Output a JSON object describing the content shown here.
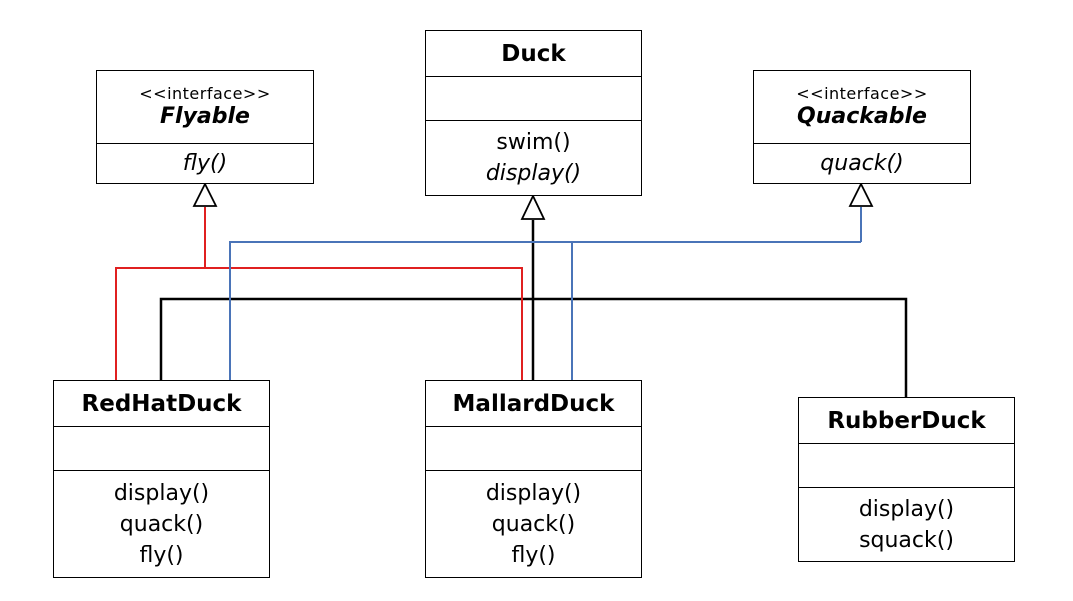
{
  "classes": {
    "duck": {
      "name": "Duck",
      "operations": [
        {
          "text": "swim()",
          "abstract": false
        },
        {
          "text": "display()",
          "abstract": true
        }
      ]
    },
    "flyable": {
      "stereotype": "<<interface>>",
      "name": "Flyable",
      "operations": [
        {
          "text": "fly()",
          "abstract": true
        }
      ]
    },
    "quackable": {
      "stereotype": "<<interface>>",
      "name": "Quackable",
      "operations": [
        {
          "text": "quack()",
          "abstract": true
        }
      ]
    },
    "redhat": {
      "name": "RedHatDuck",
      "operations": [
        {
          "text": "display()",
          "abstract": false
        },
        {
          "text": "quack()",
          "abstract": false
        },
        {
          "text": "fly()",
          "abstract": false
        }
      ]
    },
    "mallard": {
      "name": "MallardDuck",
      "operations": [
        {
          "text": "display()",
          "abstract": false
        },
        {
          "text": "quack()",
          "abstract": false
        },
        {
          "text": "fly()",
          "abstract": false
        }
      ]
    },
    "rubber": {
      "name": "RubberDuck",
      "operations": [
        {
          "text": "display()",
          "abstract": false
        },
        {
          "text": "squack()",
          "abstract": false
        }
      ]
    }
  },
  "relations": [
    {
      "from": "redhat",
      "to": "duck",
      "type": "inheritance",
      "color": "#000000"
    },
    {
      "from": "mallard",
      "to": "duck",
      "type": "inheritance",
      "color": "#000000"
    },
    {
      "from": "rubber",
      "to": "duck",
      "type": "inheritance",
      "color": "#000000"
    },
    {
      "from": "redhat",
      "to": "flyable",
      "type": "realization",
      "color": "#e02020"
    },
    {
      "from": "mallard",
      "to": "flyable",
      "type": "realization",
      "color": "#e02020"
    },
    {
      "from": "redhat",
      "to": "quackable",
      "type": "realization",
      "color": "#4a74b8"
    },
    {
      "from": "mallard",
      "to": "quackable",
      "type": "realization",
      "color": "#4a74b8"
    }
  ]
}
